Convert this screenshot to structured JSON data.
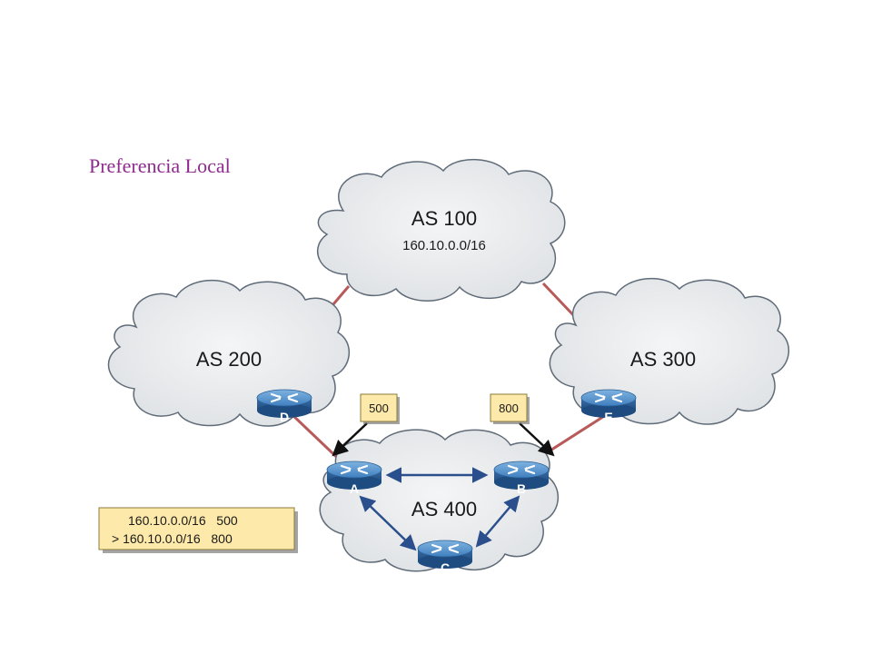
{
  "title": "Preferencia Local",
  "as_clouds": {
    "as100": {
      "label": "AS 100",
      "prefix": "160.10.0.0/16"
    },
    "as200": {
      "label": "AS 200"
    },
    "as300": {
      "label": "AS 300"
    },
    "as400": {
      "label": "AS 400"
    }
  },
  "routers": {
    "a": "A",
    "b": "B",
    "c": "C",
    "d": "D",
    "e": "E"
  },
  "local_pref": {
    "d_to_a": "500",
    "e_to_b": "800"
  },
  "bgp_table": {
    "row1": "160.10.0.0/16   500",
    "row2": "> 160.10.0.0/16   800"
  },
  "colors": {
    "cloud_fill": "#e8eaec",
    "cloud_stroke": "#5f6b78",
    "ebgp_link": "#b85a5a",
    "ibgp_link": "#2a4f8c",
    "router_body": "#3d77ad",
    "note_fill": "#fde9a9",
    "title": "#8e2a8e"
  },
  "icons": {
    "router": "router-icon"
  }
}
